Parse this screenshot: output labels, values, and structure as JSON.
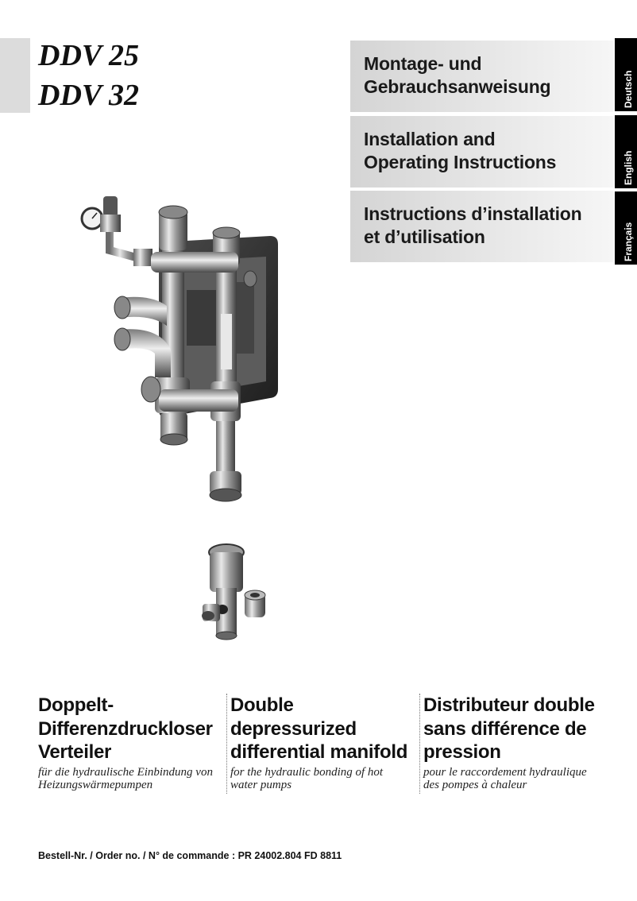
{
  "models": [
    "DDV 25",
    "DDV 32"
  ],
  "languages": [
    {
      "lines": [
        "Montage- und",
        "Gebrauchsanweisung"
      ],
      "tab": "Deutsch"
    },
    {
      "lines": [
        "Installation and",
        "Operating Instructions"
      ],
      "tab": "English"
    },
    {
      "lines": [
        "Instructions d’installation",
        "et d’utilisation"
      ],
      "tab": "Français"
    }
  ],
  "columns": [
    {
      "title": [
        "Doppelt-",
        "Differenzdruckloser",
        "Verteiler"
      ],
      "subtitle": [
        "für die hydraulische Einbindung von",
        "Heizungswärmepumpen"
      ]
    },
    {
      "title": [
        "Double",
        "depressurized",
        "differential manifold"
      ],
      "subtitle": [
        "for the hydraulic bonding of hot",
        "water pumps"
      ]
    },
    {
      "title": [
        "Distributeur double",
        "sans différence de",
        "pression"
      ],
      "subtitle": [
        "pour le raccordement hydraulique",
        "des pompes à chaleur"
      ]
    }
  ],
  "order_number": "Bestell-Nr. / Order no. / N° de commande : PR 24002.804 FD 8811",
  "colors": {
    "tab_black": "#000000",
    "band_gray": "#d4d4d4",
    "ink": "#111111"
  }
}
